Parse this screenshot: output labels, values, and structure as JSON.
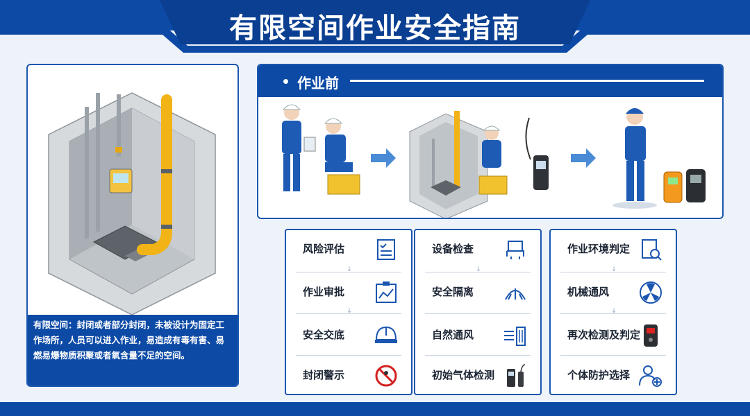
{
  "header": {
    "title": "有限空间作业安全指南"
  },
  "left_panel": {
    "description": "有限空间：封闭或者部分封闭，未被设计为固定工作场所，人员可以进入作业，易造成有毒有害、易燃易爆物质积聚或者氧含量不足的空间。"
  },
  "pre_work": {
    "label": "作业前"
  },
  "columns": [
    {
      "steps": [
        {
          "label": "风险评估",
          "icon": "checklist-icon"
        },
        {
          "label": "作业审批",
          "icon": "chart-clipboard-icon"
        },
        {
          "label": "安全交底",
          "icon": "hard-hat-icon"
        },
        {
          "label": "封闭警示",
          "icon": "no-entry-icon"
        }
      ]
    },
    {
      "steps": [
        {
          "label": "设备检查",
          "icon": "equipment-icon"
        },
        {
          "label": "安全隔离",
          "icon": "barrier-icon"
        },
        {
          "label": "自然通风",
          "icon": "ventilation-icon"
        },
        {
          "label": "初始气体检测",
          "icon": "gas-detector-icon"
        }
      ]
    },
    {
      "steps": [
        {
          "label": "作业环境判定",
          "icon": "document-search-icon"
        },
        {
          "label": "机械通风",
          "icon": "fan-icon"
        },
        {
          "label": "再次检测及判定",
          "icon": "multi-gas-detector-icon"
        },
        {
          "label": "个体防护选择",
          "icon": "person-add-icon"
        }
      ]
    }
  ],
  "colors": {
    "brand_blue": "#0c4aa6",
    "pipe_yellow": "#f2b316",
    "arrow_blue": "#4a8bd6"
  }
}
